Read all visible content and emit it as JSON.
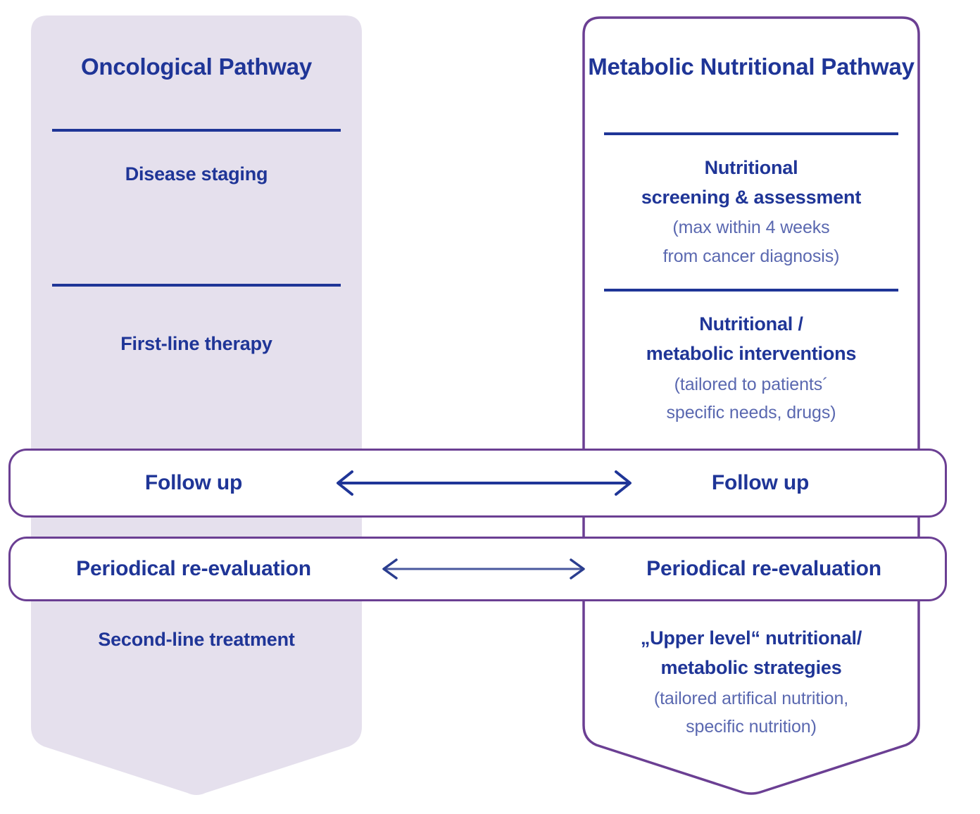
{
  "colors": {
    "deep_blue": "#1f3597",
    "muted_blue": "#5a68b0",
    "purple_outline": "#6b3f93",
    "lavender_fill": "#e5e0ed",
    "white": "#ffffff"
  },
  "left_column": {
    "title": "Oncological Pathway",
    "steps": [
      {
        "heading": "Disease staging",
        "sub": ""
      },
      {
        "heading": "First-line therapy",
        "sub": ""
      },
      {
        "heading": "Second-line treatment",
        "sub": ""
      }
    ]
  },
  "right_column": {
    "title": "Metabolic Nutritional Pathway",
    "steps": [
      {
        "heading_line1": "Nutritional",
        "heading_line2": "screening & assessment",
        "sub_line1": "(max within 4 weeks",
        "sub_line2": "from cancer diagnosis)"
      },
      {
        "heading_line1": "Nutritional /",
        "heading_line2": "metabolic interventions",
        "sub_line1": "(tailored to patients´",
        "sub_line2": "specific needs, drugs)"
      },
      {
        "heading_line1": "„Upper level“ nutritional/",
        "heading_line2": "metabolic strategies",
        "sub_line1": "(tailored artifical nutrition,",
        "sub_line2": "specific nutrition)"
      }
    ]
  },
  "cross_bars": [
    {
      "left_label": "Follow up",
      "right_label": "Follow up",
      "arrow": "double-headed-arrow"
    },
    {
      "left_label": "Periodical re-evaluation",
      "right_label": "Periodical re-evaluation",
      "arrow": "double-headed-arrow"
    }
  ]
}
